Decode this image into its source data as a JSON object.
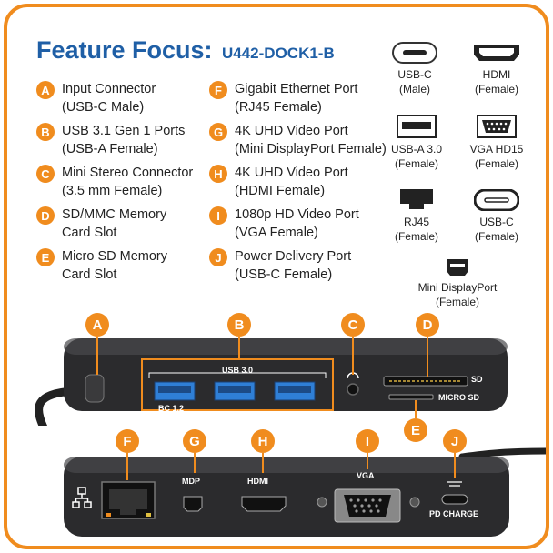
{
  "title": {
    "main": "Feature Focus:",
    "model": "U442-DOCK1-B"
  },
  "features": [
    {
      "letter": "A",
      "line1": "Input Connector",
      "line2": "(USB-C Male)"
    },
    {
      "letter": "B",
      "line1": "USB 3.1 Gen 1 Ports",
      "line2": "(USB-A Female)"
    },
    {
      "letter": "C",
      "line1": "Mini Stereo Connector",
      "line2": "(3.5 mm Female)"
    },
    {
      "letter": "D",
      "line1": "SD/MMC Memory",
      "line2": "Card Slot"
    },
    {
      "letter": "E",
      "line1": "Micro SD Memory",
      "line2": "Card Slot"
    },
    {
      "letter": "F",
      "line1": "Gigabit Ethernet Port",
      "line2": "(RJ45 Female)"
    },
    {
      "letter": "G",
      "line1": "4K UHD Video Port",
      "line2": "(Mini DisplayPort Female)"
    },
    {
      "letter": "H",
      "line1": "4K UHD Video Port",
      "line2": "(HDMI Female)"
    },
    {
      "letter": "I",
      "line1": "1080p HD Video Port",
      "line2": "(VGA Female)"
    },
    {
      "letter": "J",
      "line1": "Power Delivery Port",
      "line2": "(USB-C Female)"
    }
  ],
  "legend": [
    {
      "icon": "usb-c-male-icon",
      "line1": "USB-C",
      "line2": "(Male)"
    },
    {
      "icon": "hdmi-icon",
      "line1": "HDMI",
      "line2": "(Female)"
    },
    {
      "icon": "usb-a-icon",
      "line1": "USB-A 3.0",
      "line2": "(Female)"
    },
    {
      "icon": "vga-icon",
      "line1": "VGA HD15",
      "line2": "(Female)"
    },
    {
      "icon": "rj45-icon",
      "line1": "RJ45",
      "line2": "(Female)"
    },
    {
      "icon": "usb-c-female-icon",
      "line1": "USB-C",
      "line2": "(Female)"
    },
    {
      "icon": "mini-displayport-icon",
      "line1": "Mini DisplayPort",
      "line2": "(Female)"
    }
  ],
  "device_labels": {
    "usb": "USB 3.0",
    "bc": "BC 1.2",
    "sd": "SD",
    "micro_sd": "MICRO SD",
    "mdp": "MDP",
    "hdmi": "HDMI",
    "vga": "VGA",
    "pd": "PD CHARGE"
  },
  "colors": {
    "accent": "#f08c1e",
    "title": "#1f5fa6",
    "usb_blue": "#2f7fd6",
    "device": "#2b2b2d"
  }
}
